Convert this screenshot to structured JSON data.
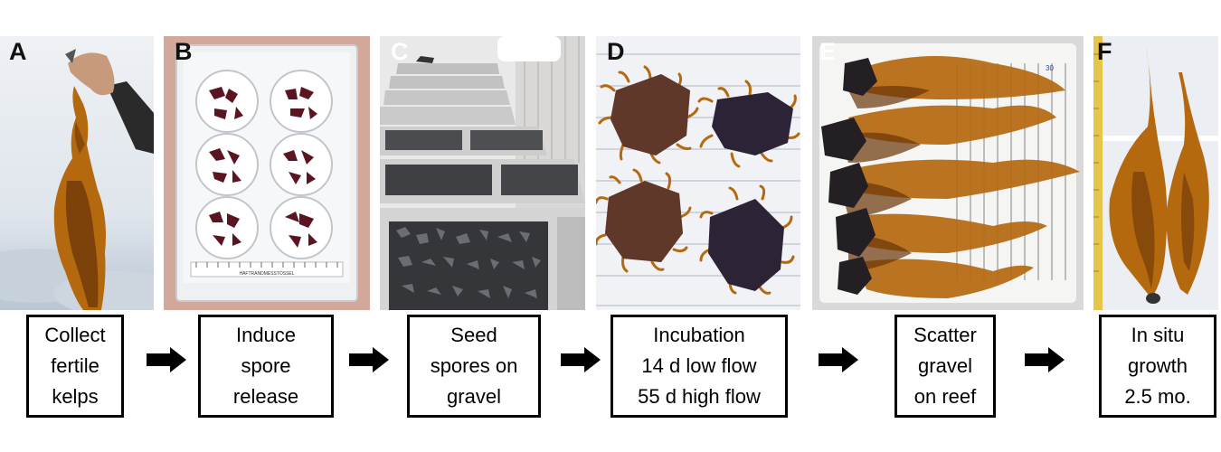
{
  "panels": [
    {
      "label": "A"
    },
    {
      "label": "B"
    },
    {
      "label": "C"
    },
    {
      "label": "D"
    },
    {
      "label": "E"
    },
    {
      "label": "F"
    }
  ],
  "ruler": {
    "brand": "HAFTRANDMESSTOSSEL"
  },
  "grid_tag": "30",
  "steps": [
    {
      "lines": [
        "Collect",
        "fertile",
        "kelps"
      ]
    },
    {
      "lines": [
        "Induce",
        "spore",
        "release"
      ]
    },
    {
      "lines": [
        "Seed",
        "spores on",
        "gravel"
      ]
    },
    {
      "lines": [
        "Incubation",
        "14 d low flow",
        "55 d high flow"
      ]
    },
    {
      "lines": [
        "Scatter",
        "gravel",
        "on reef"
      ]
    },
    {
      "lines": [
        "In situ",
        "growth",
        "2.5 mo."
      ]
    }
  ],
  "colors": {
    "kelp": "#b5690f",
    "kelp_dark": "#6a3508",
    "border": "#000000",
    "arrow": "#000000"
  },
  "arrow_icon": "right-arrow-icon"
}
